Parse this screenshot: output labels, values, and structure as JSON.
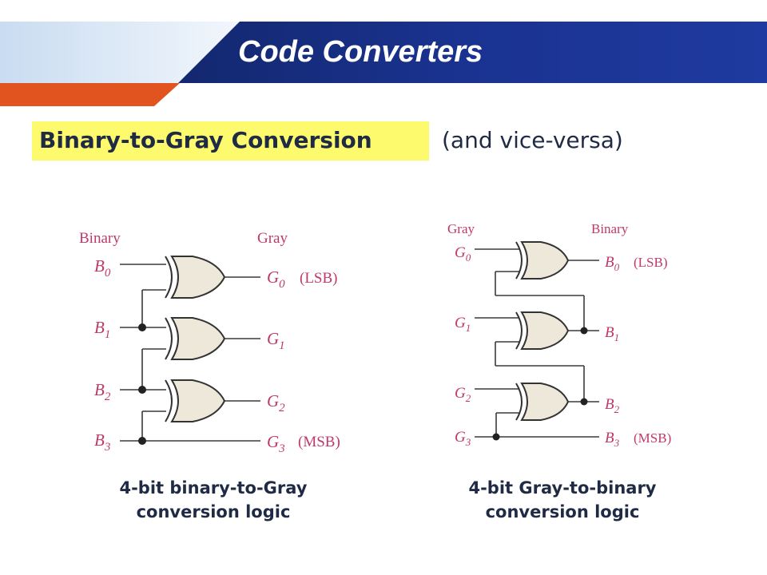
{
  "slide": {
    "title": "Code Converters",
    "subtitle_highlight": "Binary-to-Gray Conversion",
    "subtitle_rest": "(and vice-versa)",
    "colors": {
      "banner_dark": "#1a2f86",
      "banner_light": "#dbe8f6",
      "accent_orange": "#e2541f",
      "highlight": "#fdfa6e",
      "label": "#c0396b"
    }
  },
  "left": {
    "header_in": "Binary",
    "header_out": "Gray",
    "inputs": [
      {
        "l": "B",
        "s": "0"
      },
      {
        "l": "B",
        "s": "1"
      },
      {
        "l": "B",
        "s": "2"
      },
      {
        "l": "B",
        "s": "3"
      }
    ],
    "outputs": [
      {
        "l": "G",
        "s": "0",
        "note": "(LSB)"
      },
      {
        "l": "G",
        "s": "1",
        "note": ""
      },
      {
        "l": "G",
        "s": "2",
        "note": ""
      },
      {
        "l": "G",
        "s": "3",
        "note": "(MSB)"
      }
    ],
    "caption_line1": "4-bit binary-to-Gray",
    "caption_line2": "conversion logic"
  },
  "right": {
    "header_in": "Gray",
    "header_out": "Binary",
    "inputs": [
      {
        "l": "G",
        "s": "0"
      },
      {
        "l": "G",
        "s": "1"
      },
      {
        "l": "G",
        "s": "2"
      },
      {
        "l": "G",
        "s": "3"
      }
    ],
    "outputs": [
      {
        "l": "B",
        "s": "0",
        "note": "(LSB)"
      },
      {
        "l": "B",
        "s": "1",
        "note": ""
      },
      {
        "l": "B",
        "s": "2",
        "note": ""
      },
      {
        "l": "B",
        "s": "3",
        "note": "(MSB)"
      }
    ],
    "caption_line1": "4-bit Gray-to-binary",
    "caption_line2": "conversion logic"
  }
}
